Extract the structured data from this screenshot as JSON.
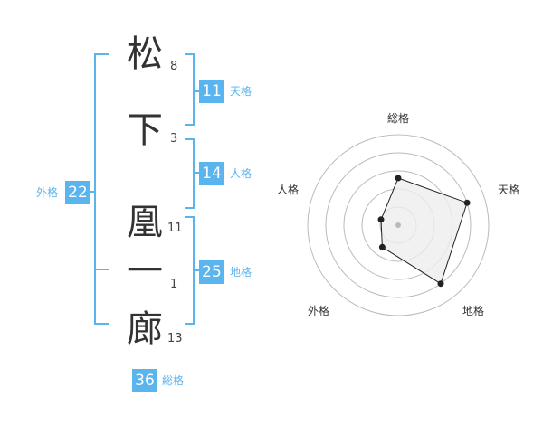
{
  "name": {
    "characters": [
      {
        "char": "松",
        "strokes": "8"
      },
      {
        "char": "下",
        "strokes": "3"
      },
      {
        "char": "凰",
        "strokes": "11"
      },
      {
        "char": "一",
        "strokes": "1"
      },
      {
        "char": "廊",
        "strokes": "13"
      }
    ]
  },
  "kaku": {
    "tenkaku": {
      "label": "天格",
      "value": "11"
    },
    "jinkaku": {
      "label": "人格",
      "value": "14"
    },
    "chikaku": {
      "label": "地格",
      "value": "25"
    },
    "gaikaku": {
      "label": "外格",
      "value": "22"
    },
    "soukaku": {
      "label": "総格",
      "value": "36"
    }
  },
  "chart_data": {
    "type": "radar",
    "axes": [
      "総格",
      "天格",
      "地格",
      "外格",
      "人格"
    ],
    "values": [
      2.6,
      4.0,
      4.0,
      1.5,
      1.0
    ],
    "max": 5,
    "rings": 5,
    "colors": {
      "fill": "#eeeeee",
      "stroke": "#222222",
      "ring": "#bbbbbb",
      "center": "#bbbbbb"
    }
  },
  "colors": {
    "accent": "#5ab4ee",
    "bracket": "#5ab4ee"
  }
}
